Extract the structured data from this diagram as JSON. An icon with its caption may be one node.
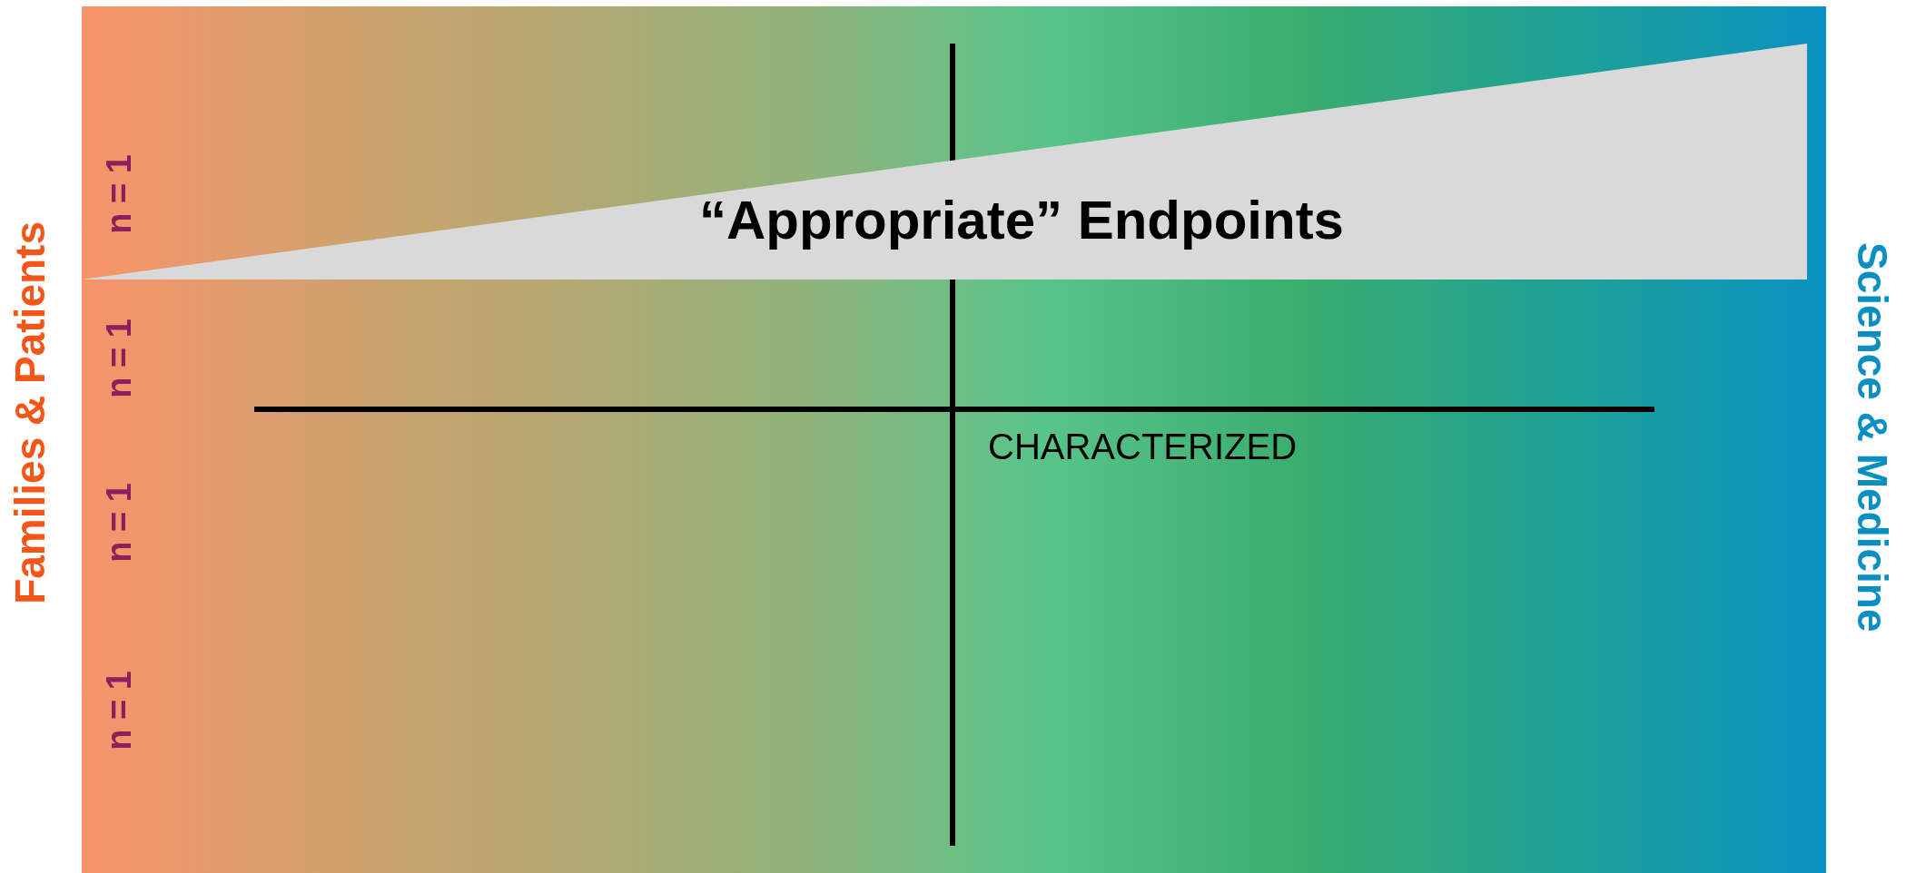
{
  "diagram": {
    "nodes": [
      {
        "text": [
          "“Appropriate” Endpoints"
        ]
      }
    ],
    "edges": [],
    "labels": [
      "Families & Patients",
      "n = 1",
      "n = 1",
      "n = 1",
      "n = 1",
      "CHARACTERIZED",
      "Science & Medicine"
    ]
  }
}
